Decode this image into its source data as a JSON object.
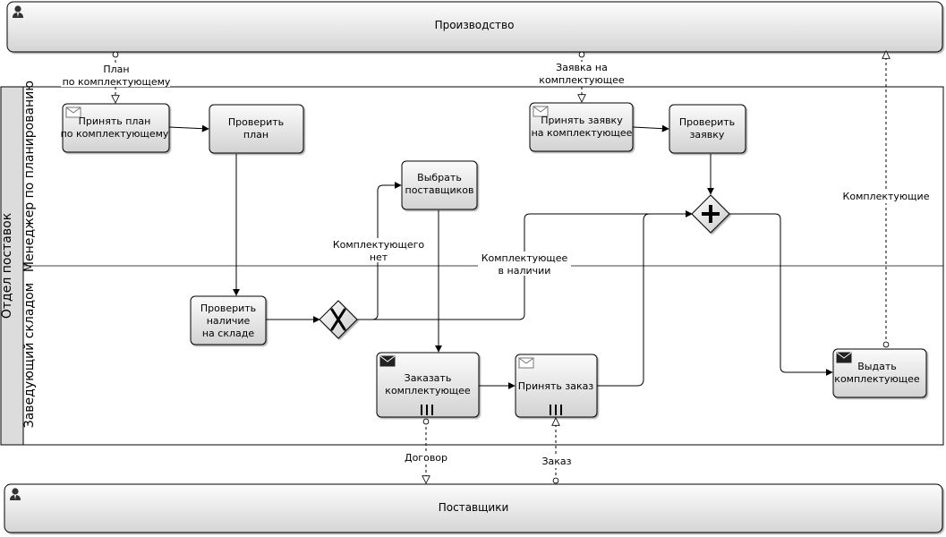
{
  "pools": {
    "production": "Производство",
    "suppliers": "Поставщики",
    "supply_dept": "Отдел поставок"
  },
  "lanes": {
    "planning_manager": "Менеджер по планированию",
    "warehouse_head": "Заведующий складом"
  },
  "tasks": {
    "accept_plan": [
      "Принять план",
      "по комплектующему"
    ],
    "check_plan": [
      "Проверить",
      "план"
    ],
    "accept_request": [
      "Принять заявку",
      "на комплектующее"
    ],
    "check_request": [
      "Проверить",
      "заявку"
    ],
    "choose_suppliers": [
      "Выбрать",
      "поставщиков"
    ],
    "check_stock": [
      "Проверить",
      "наличие",
      "на складе"
    ],
    "order_parts": [
      "Заказать",
      "комплектующее"
    ],
    "accept_order": [
      "Принять заказ"
    ],
    "issue_parts": [
      "Выдать",
      "комплектующее"
    ]
  },
  "flow_labels": {
    "plan": [
      "План",
      "по комплектующему"
    ],
    "request": [
      "Заявка на",
      "комплектующее"
    ],
    "parts": "Комплектующие",
    "no_part": [
      "Комплектующего",
      "нет"
    ],
    "in_stock": [
      "Комплектующее",
      "в наличии"
    ],
    "contract": "Договор",
    "order": "Заказ"
  },
  "icons": {
    "participant": "user-icon",
    "message_receive": "envelope-outline-icon",
    "message_send": "envelope-filled-icon",
    "multi_instance": "parallel-multi-instance-icon",
    "exclusive_gateway": "x-gateway-icon",
    "parallel_gateway": "plus-gateway-icon"
  },
  "colors": {
    "task_fill_top": "#fafafa",
    "task_fill_bottom": "#d6d6d6",
    "pool_fill_top": "#fbfbfb",
    "pool_fill_bottom": "#d8d8d8",
    "lane_header": "#dcdcdc",
    "stroke": "#000000"
  }
}
